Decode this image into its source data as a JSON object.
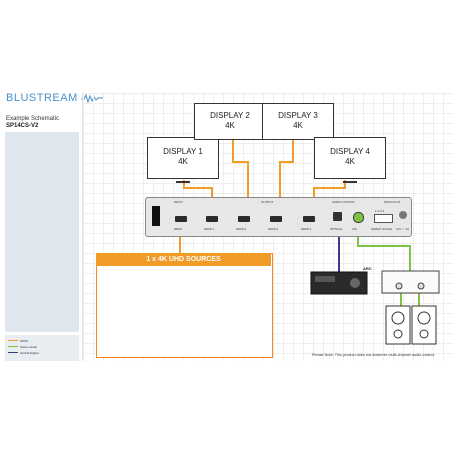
{
  "brand": {
    "name": "BLUSTREAM"
  },
  "schematic": {
    "title": "Example Schematic",
    "model": "SP14CS-V2"
  },
  "displays": [
    {
      "name": "DISPLAY 1",
      "res": "4K"
    },
    {
      "name": "DISPLAY 2",
      "res": "4K"
    },
    {
      "name": "DISPLAY 3",
      "res": "4K"
    },
    {
      "name": "DISPLAY 4",
      "res": "4K"
    }
  ],
  "device": {
    "model_tag": "SP14CS-V2",
    "input_label": "INPUT",
    "output_label": "OUTPUT",
    "audio_output_label": "AUDIO OUTPUT",
    "ports": [
      "HDMI",
      "HDMI 1",
      "HDMI 2",
      "HDMI 3",
      "HDMI 4",
      "OPTICAL",
      "L/R",
      "SMART SCALE",
      "12V ⎓ 1A"
    ],
    "dip_numbers": "1 2 3 4"
  },
  "sources": {
    "title": "1 x 4K UHD SOURCES"
  },
  "arc_label": "ARC",
  "legend": [
    "HDMI",
    "Stereo Audio",
    "Optical Digital"
  ],
  "colors": {
    "hdmi": "#f29b27",
    "stereo": "#7dc242",
    "optical": "#3a3a8c",
    "brand": "#4a90c8"
  },
  "note": "Please Note: This product does not downmix multi-channel audio codecs"
}
